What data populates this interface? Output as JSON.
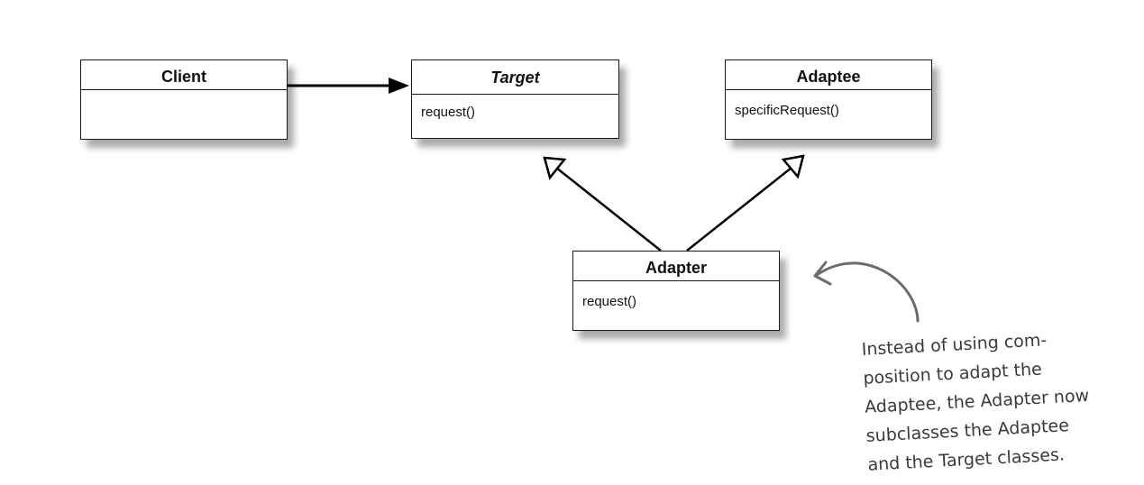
{
  "diagram": {
    "classes": {
      "client": {
        "name": "Client",
        "operations": []
      },
      "target": {
        "name": "Target",
        "operations": [
          "request()"
        ]
      },
      "adaptee": {
        "name": "Adaptee",
        "operations": [
          "specificRequest()"
        ]
      },
      "adapter": {
        "name": "Adapter",
        "operations": [
          "request()"
        ]
      }
    },
    "relationships": [
      {
        "from": "Client",
        "to": "Target",
        "kind": "association"
      },
      {
        "from": "Adapter",
        "to": "Target",
        "kind": "generalization"
      },
      {
        "from": "Adapter",
        "to": "Adaptee",
        "kind": "generalization"
      }
    ],
    "annotation": {
      "lines": [
        "Instead of using com-",
        "position to adapt the",
        "Adaptee, the Adapter now",
        "subclasses the Adaptee",
        "and the Target classes."
      ]
    }
  }
}
